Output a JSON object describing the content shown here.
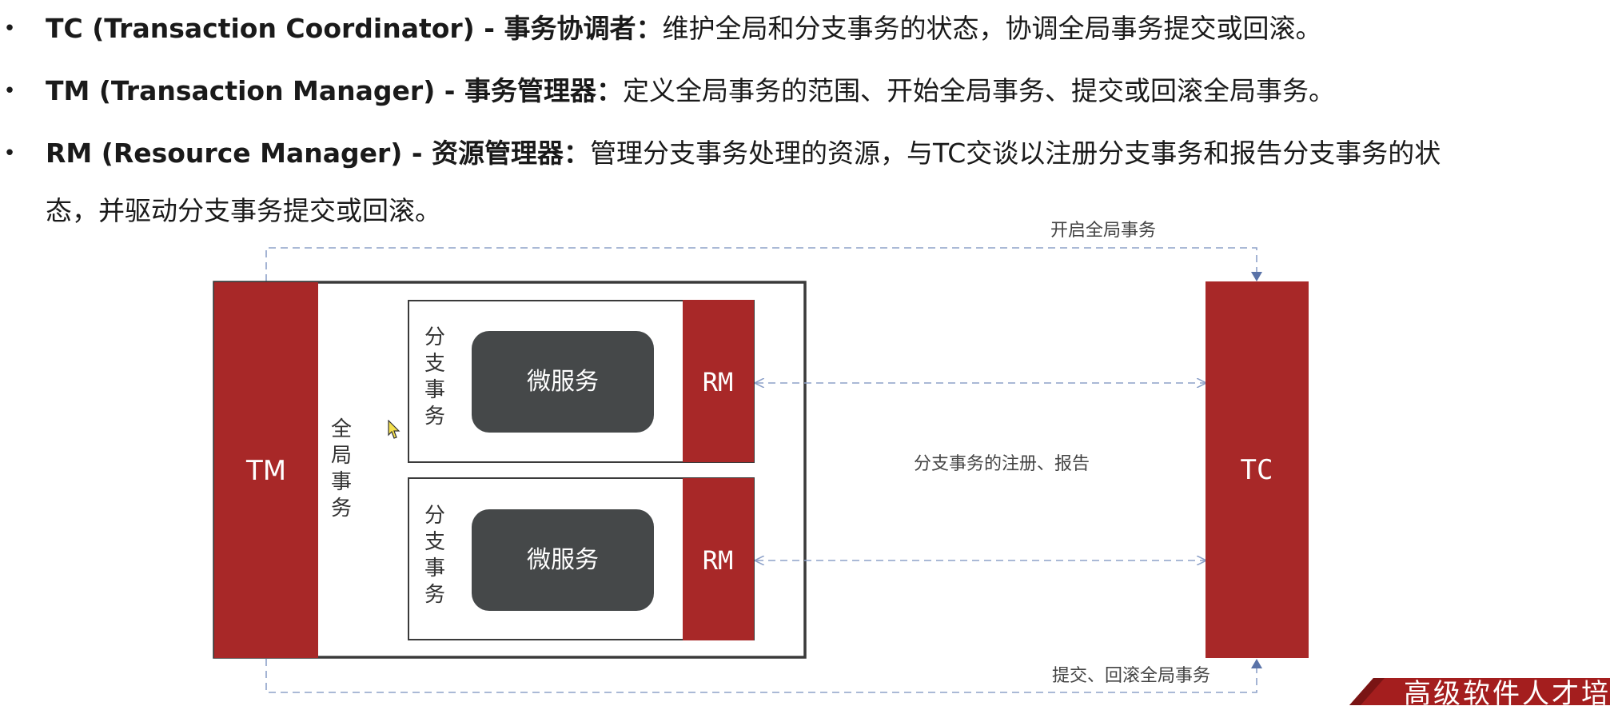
{
  "bullets": [
    {
      "bullet": "•",
      "bold": "TC (Transaction Coordinator) - 事务协调者：",
      "text": "维护全局和分支事务的状态，协调全局事务提交或回滚。"
    },
    {
      "bullet": "•",
      "bold": "TM (Transaction Manager) - 事务管理器：",
      "text": "定义全局事务的范围、开始全局事务、提交或回滚全局事务。"
    },
    {
      "bullet": "•",
      "bold": "RM (Resource Manager) - 资源管理器：",
      "text": "管理分支事务处理的资源，与TC交谈以注册分支事务和报告分支事务的状",
      "continuation": "态，并驱动分支事务提交或回滚。"
    }
  ],
  "diagram": {
    "tm_label": "TM",
    "tc_label": "TC",
    "global_tx_label": [
      "全",
      "局",
      "事",
      "务"
    ],
    "branches": [
      {
        "branch_label": [
          "分",
          "支",
          "事",
          "务"
        ],
        "service_label": "微服务",
        "rm_label": "RM"
      },
      {
        "branch_label": [
          "分",
          "支",
          "事",
          "务"
        ],
        "service_label": "微服务",
        "rm_label": "RM"
      }
    ],
    "top_arrow_label": "开启全局事务",
    "middle_arrow_label": "分支事务的注册、报告",
    "bottom_arrow_label": "提交、回滚全局事务"
  },
  "watermark": "高级软件人才培",
  "colors": {
    "red": "#a82828",
    "dark_service": "#454849",
    "dashed": "#8ea2c9",
    "frame": "#3a3a3a"
  }
}
